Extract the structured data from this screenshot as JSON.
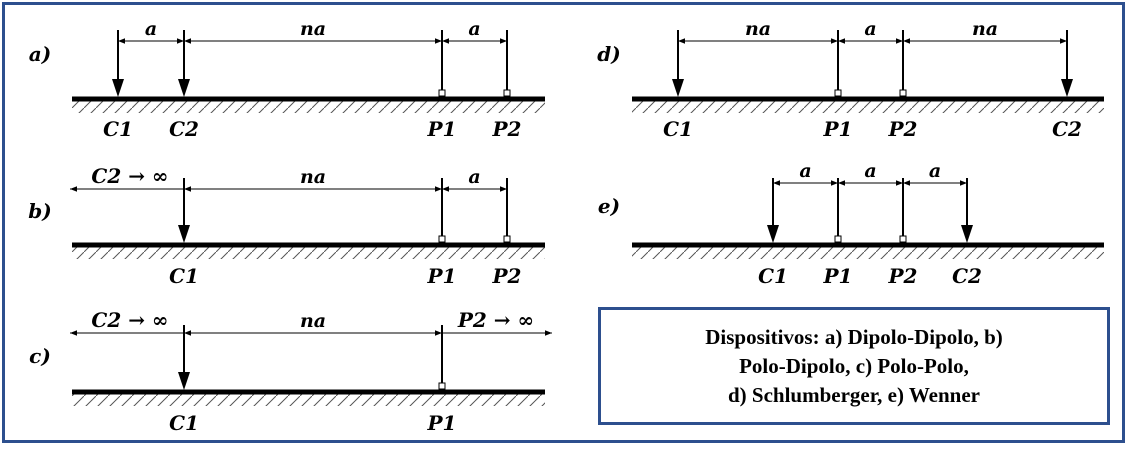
{
  "colors": {
    "frame_border": "#2d4f8e",
    "ink": "#000000"
  },
  "panels": {
    "a": {
      "panel_label": "a)",
      "dimensions": [
        "a",
        "na",
        "a"
      ],
      "electrodes": [
        "C1",
        "C2",
        "P1",
        "P2"
      ]
    },
    "b": {
      "panel_label": "b)",
      "infinity_note": "C2 → ∞",
      "dimensions": [
        "na",
        "a"
      ],
      "electrodes": [
        "C1",
        "P1",
        "P2"
      ]
    },
    "c": {
      "panel_label": "c)",
      "infinity_note_left": "C2 → ∞",
      "infinity_note_right": "P2 → ∞",
      "dimensions": [
        "na"
      ],
      "electrodes": [
        "C1",
        "P1"
      ]
    },
    "d": {
      "panel_label": "d)",
      "dimensions": [
        "na",
        "a",
        "na"
      ],
      "electrodes": [
        "C1",
        "P1",
        "P2",
        "C2"
      ]
    },
    "e": {
      "panel_label": "e)",
      "dimensions": [
        "a",
        "a",
        "a"
      ],
      "electrodes": [
        "C1",
        "P1",
        "P2",
        "C2"
      ]
    }
  },
  "legend": {
    "line1": "Dispositivos: a) Dipolo-Dipolo, b)",
    "line2": "Polo-Dipolo, c) Polo-Polo,",
    "line3": "d) Schlumberger, e) Wenner"
  }
}
